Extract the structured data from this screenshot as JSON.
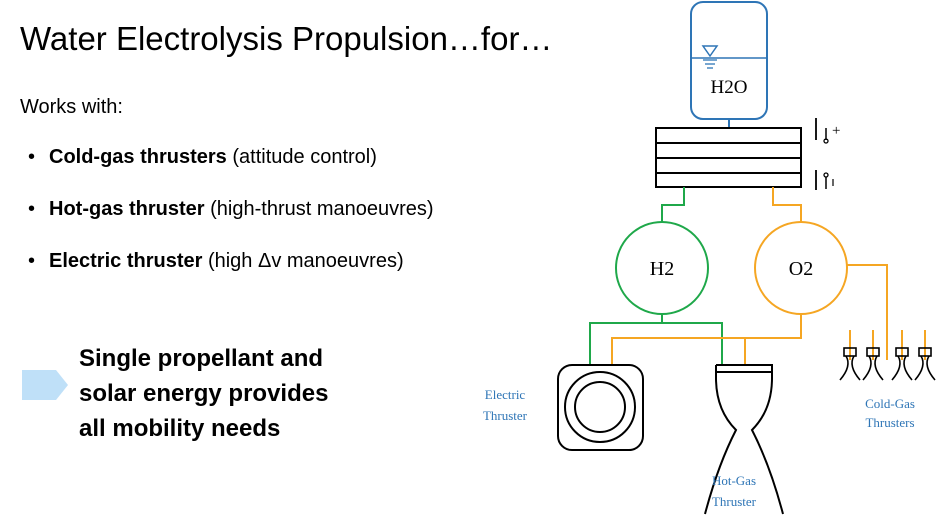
{
  "title": "Water Electrolysis Propulsion…for…",
  "works_with": "Works with:",
  "bullets": [
    {
      "bold": "Cold-gas thrusters",
      "rest": " (attitude control)"
    },
    {
      "bold": "Hot-gas thruster",
      "rest": " (high-thrust manoeuvres)"
    },
    {
      "bold": "Electric thruster",
      "rest": " (high Δv manoeuvres)"
    }
  ],
  "tagline": [
    "Single propellant and",
    "solar energy provides",
    "all mobility needs"
  ],
  "diagram": {
    "tank_label": "H2O",
    "h2_label": "H2",
    "o2_label": "O2",
    "electric_label": [
      "Electric",
      "Thruster"
    ],
    "hotgas_label": [
      "Hot-Gas",
      "Thruster"
    ],
    "coldgas_label": [
      "Cold-Gas",
      "Thrusters"
    ],
    "plus_sign": "+",
    "colors": {
      "water": "#2e75b6",
      "hydrogen": "#1fa84a",
      "oxygen": "#f5a623",
      "label_blue": "#2e75b6",
      "arrow": "#bfe0f8"
    }
  }
}
